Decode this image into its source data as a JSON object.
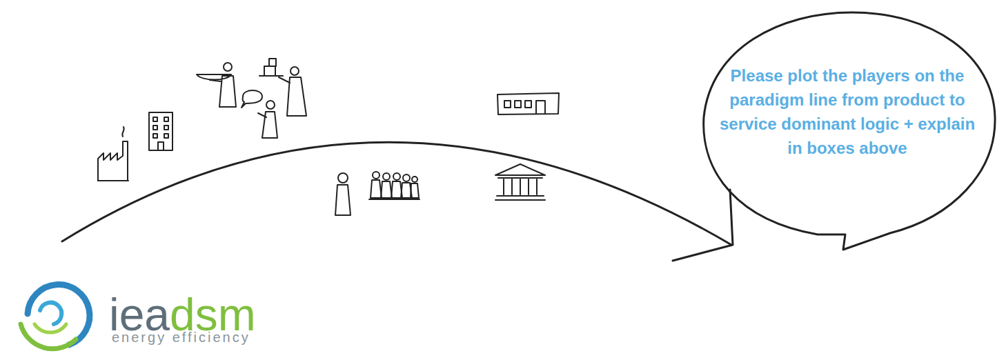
{
  "diagram": {
    "nodes": [
      {
        "text": [
          "Please plot the players on the paradigm line from product to service dominant logic + explain in boxes above"
        ]
      }
    ],
    "labels": [
      "iea",
      "dsm",
      "energy efficiency"
    ]
  }
}
